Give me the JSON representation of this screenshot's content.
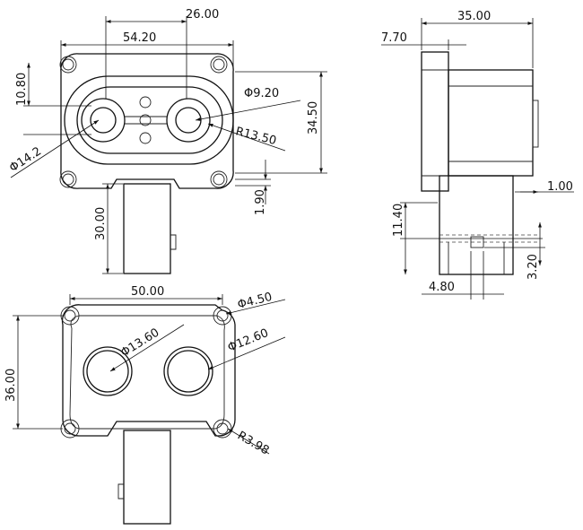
{
  "top_view": {
    "dim_width": "54.20",
    "dim_port_spacing": "26.00",
    "dim_height": "34.50",
    "dim_offset": "10.80",
    "dim_port_left": "Φ14.2",
    "dim_port_right": "Φ9.20",
    "dim_radius": "R13.50",
    "dim_connector_length": "30.00",
    "dim_step": "1.90"
  },
  "side_view": {
    "dim_depth": "35.00",
    "dim_flange": "7.70",
    "dim_step": "1.00",
    "dim_latch_height": "11.40",
    "dim_latch_size": "3.20",
    "dim_latch_pos": "4.80"
  },
  "bottom_view": {
    "dim_width": "50.00",
    "dim_height": "36.00",
    "dim_mount_hole": "Φ4.50",
    "dim_port_left": "Φ13.60",
    "dim_port_right": "Φ12.60",
    "dim_corner_radius": "R3.98"
  }
}
